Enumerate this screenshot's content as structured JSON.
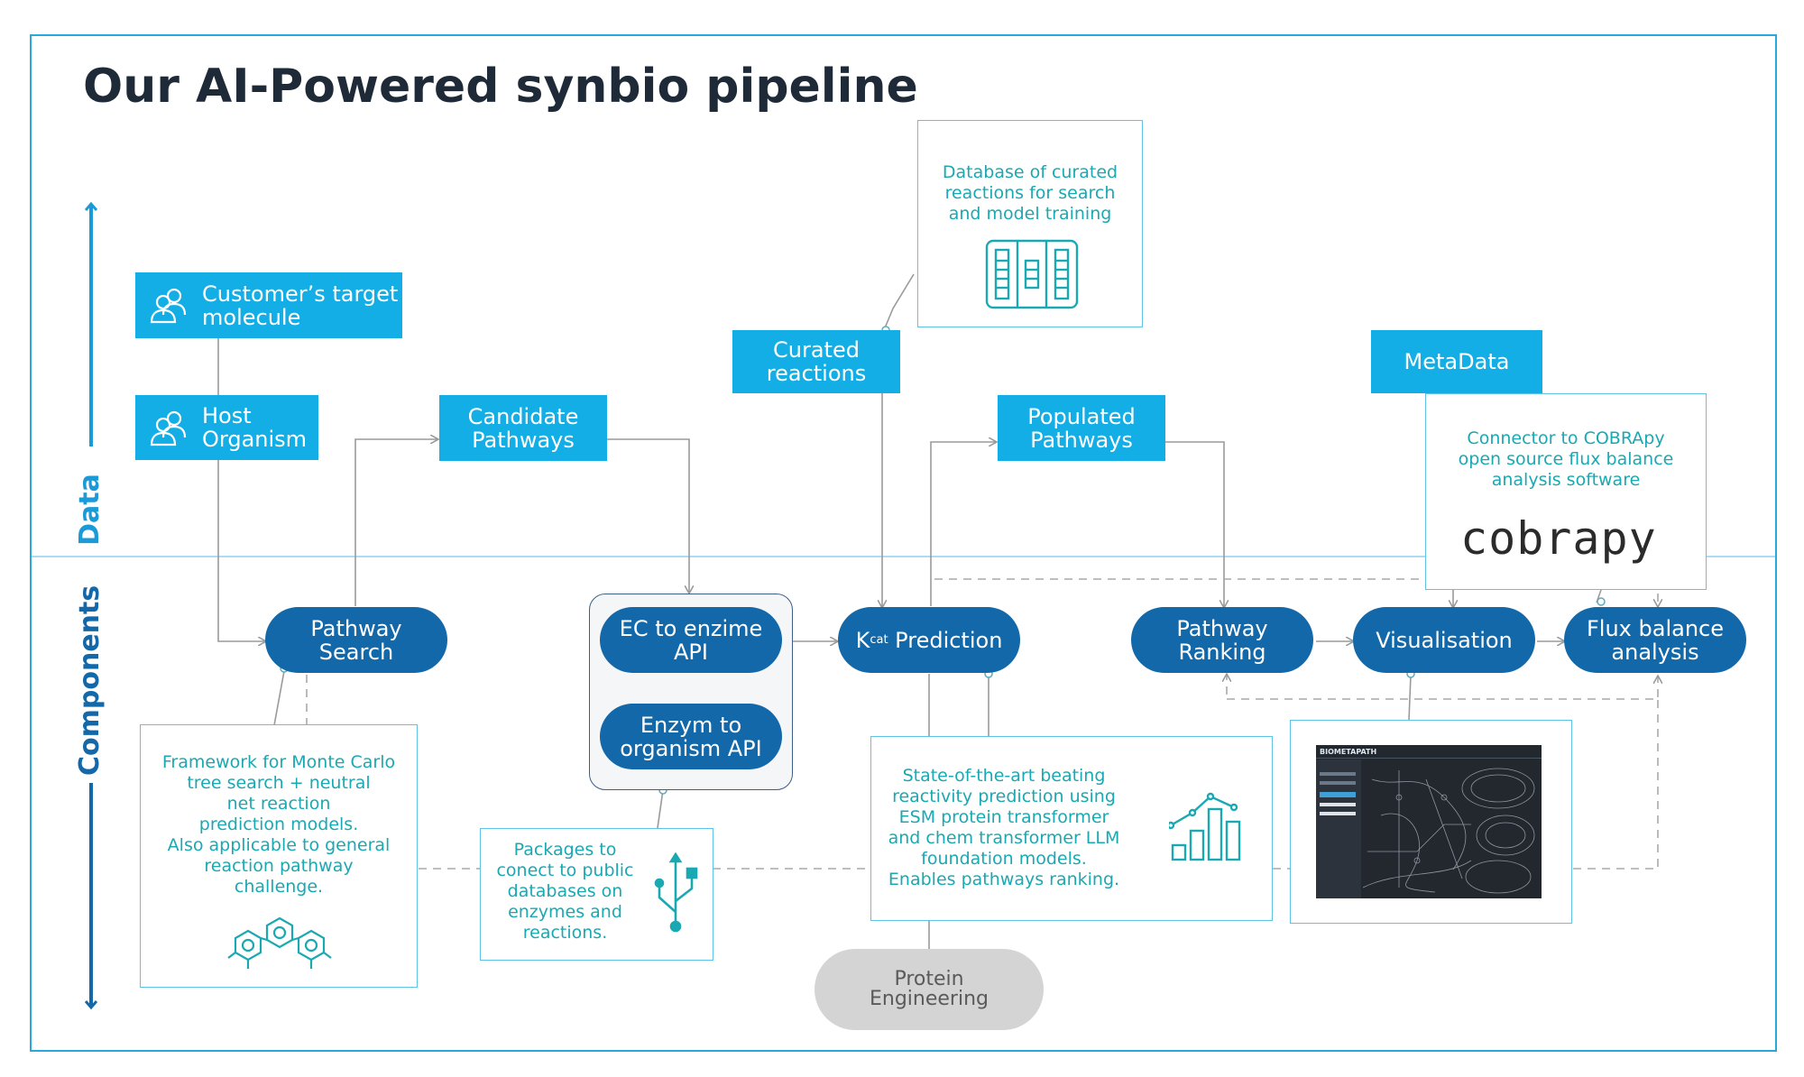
{
  "title": "Our AI-Powered synbio pipeline",
  "side_labels": {
    "data": "Data",
    "components": "Components"
  },
  "data_nodes": {
    "target_molecule": "Customer’s target\nmolecule",
    "host_organism": "Host\nOrganism",
    "candidate_pathways": "Candidate\nPathways",
    "curated_reactions": "Curated\nreactions",
    "populated_pathways": "Populated\nPathways",
    "metadata": "MetaData"
  },
  "components": {
    "pathway_search": "Pathway\nSearch",
    "ec_to_enzime": "EC to enzime\nAPI",
    "enzym_to_organism": "Enzym to\norganism API",
    "kcat_prediction": {
      "k": "K",
      "sub": "cat",
      "rest": " Prediction"
    },
    "pathway_ranking": "Pathway\nRanking",
    "visualisation": "Visualisation",
    "flux_balance": "Flux balance\nanalysis",
    "protein_engineering": "Protein\nEngineering"
  },
  "notes": {
    "database": "Database of curated\nreactions for search\nand model training",
    "cobra": "Connector to COBRApy\nopen source flux balance\nanalysis software",
    "cobra_logo": "cobrapy",
    "monte_carlo": "Framework for Monte Carlo\ntree search + neutral\nnet reaction\nprediction models.\nAlso applicable to general\nreaction pathway\nchallenge.",
    "packages": "Packages to\nconect to public\ndatabases on\nenzymes and\nreactions.",
    "state_of_art": "State-of-the-art beating\nreactivity prediction using\nESM protein transformer\nand chem transformer LLM\nfoundation models.\nEnables pathways ranking.",
    "screenshot_brand": "BIOMETAPATH"
  },
  "icons": {
    "person": "users-icon",
    "database": "server-rack-icon",
    "molecule": "hexagon-molecule-icon",
    "usb": "usb-icon",
    "chart": "bar-line-chart-icon",
    "screenshot": "app-screenshot-thumbnail"
  },
  "colors": {
    "data_box": "#12aee5",
    "component_pill": "#1268a9",
    "note_text": "#1aa9b2",
    "frame": "#29a8dc",
    "title": "#1f2a38",
    "protein_pill": "#d4d4d4"
  }
}
